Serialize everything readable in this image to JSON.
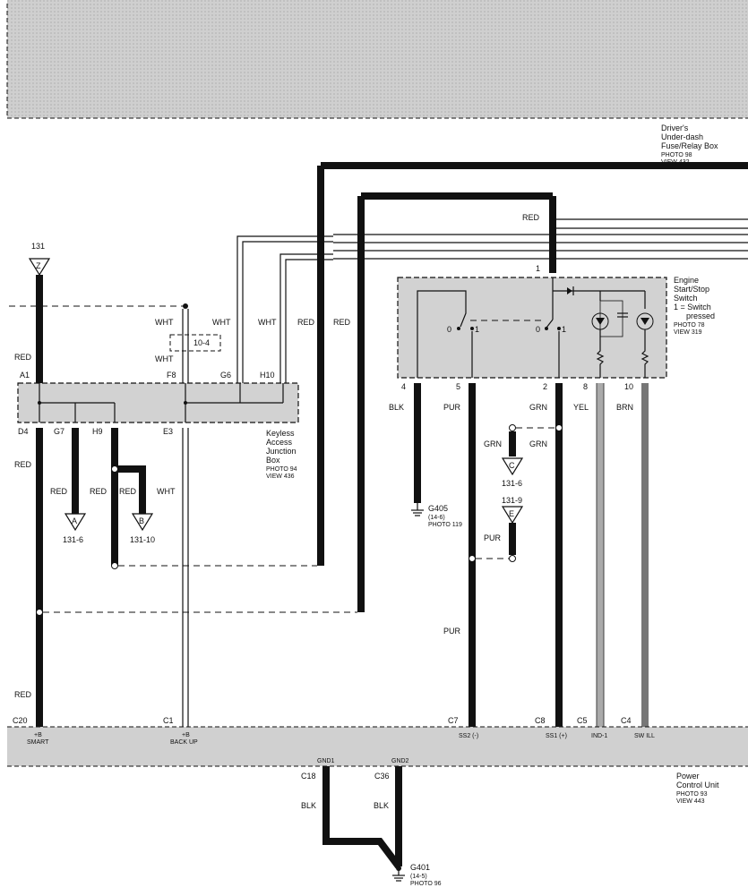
{
  "fuse_box": {
    "lines": [
      "Driver's",
      "Under-dash",
      "Fuse/Relay Box",
      "PHOTO 98",
      "VIEW 432"
    ]
  },
  "switch": {
    "lines": [
      "Engine",
      "Start/Stop",
      "Switch",
      "1 = Switch",
      "pressed",
      "PHOTO 78",
      "VIEW 319"
    ]
  },
  "junction": {
    "lines": [
      "Keyless",
      "Access",
      "Junction",
      "Box",
      "PHOTO 94",
      "VIEW 436"
    ]
  },
  "pcu": {
    "lines": [
      "Power",
      "Control Unit",
      "PHOTO 93",
      "VIEW 443"
    ]
  },
  "source_ref": {
    "symbol": "Z",
    "ref": "131"
  },
  "connector_10_4": "10-4",
  "junction_pins": {
    "A1": "A1",
    "F8": "F8",
    "G6": "G6",
    "H10": "H10",
    "D4": "D4",
    "G7": "G7",
    "H9": "H9",
    "E3": "E3"
  },
  "switch_pins": {
    "p1": "1",
    "p4": "4",
    "p5": "5",
    "p2": "2",
    "p8": "8",
    "p10": "10",
    "sw0a": "0",
    "sw1a": "1",
    "sw0b": "0",
    "sw1b": "1"
  },
  "pcu_pins": {
    "C20": "C20",
    "C1": "C1",
    "C7": "C7",
    "C8": "C8",
    "C5": "C5",
    "C4": "C4",
    "C18": "C18",
    "C36": "C36",
    "smart": [
      "+B",
      "SMART"
    ],
    "backup": [
      "+B",
      "BACK UP"
    ],
    "ss2": "SS2 (-)",
    "ss1": "SS1 (+)",
    "ind1": "IND-1",
    "swill": "SW ILL",
    "gnd1": "GND1",
    "gnd2": "GND2"
  },
  "wires": {
    "red": "RED",
    "wht": "WHT",
    "blk": "BLK",
    "pur": "PUR",
    "grn": "GRN",
    "yel": "YEL",
    "brn": "BRN"
  },
  "offpage": {
    "A": {
      "letter": "A",
      "ref": "131-6"
    },
    "B": {
      "letter": "B",
      "ref": "131-10"
    },
    "C": {
      "letter": "C",
      "ref": "131-6"
    },
    "E": {
      "letter": "E",
      "ref": "131-9"
    }
  },
  "grounds": {
    "G405": [
      "G405",
      "(14-6)",
      "PHOTO 119"
    ],
    "G401": [
      "G401",
      "(14-5)",
      "PHOTO 96"
    ]
  }
}
